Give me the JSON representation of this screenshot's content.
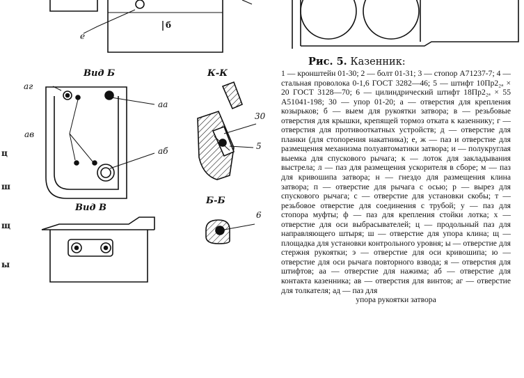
{
  "figure": {
    "number": "Рис. 5.",
    "title": "Казенник:",
    "legend": "1 — кронштейн 01-30; 2 — болт 01-31; 3 — стопор А71237-7; 4 — стальная проволока 0-1,6 ГОСТ 3282—46; 5 — штифт 10Пр2₂ₐ × 20 ГОСТ 3128—70; 6 — цилиндрический штифт 18Пр2₂ₐ × 55 А51041-198; 30 — упор 01-20; а — отверстия для крепления козырьков; б — выем для рукоятки затвора; в — резьбовые отверстия для крышки, кре­пящей тормоз отката к казеннику; г — отверстия для противооткатных устройств; д — отверстие для планки (для стопорения накатника); е, ж — паз и отверстие для размещения механизма полу­автоматики затвора; и — полукруглая выемка для спускового рычага; к — лоток для закладывания выстрела; л — паз для размещения ускорителя в сборе; м — паз для кривошипа затвора; н — гнез­до для размещения клина затвора; п — отверстие для рычага с осью; р — вырез для спускового ры­чага; с — отверстие для установки скобы; т — резьбовое отверстие для соединения с трубой; у — паз для стопора муфты; ф — паз для крепления стойки лотка; х — отверстие для оси выбрасыва­телей; ц — продольный паз для направляющего штыря; ш — отверстие для упора клина; щ — пло­щадка для установки контрольного уровня; ы — отверстие для стержня рукоятки; э — отверстие для оси кривошипа; ю — отверстие для оси рыча­га повторного взвода; я — отверстия для штиф­тов; аа — отверстие для нажима; аб — отверстие для контакта казенника; ав — отверстия для вин­тов; аг — отверстие для толкателя; ад — паз для",
    "legend_tail": "упора рукоятки затвора"
  },
  "views": {
    "vid_b": "Вид Б",
    "vid_v": "Вид В",
    "kk": "К-К",
    "bb": "Б-Б"
  },
  "callouts": {
    "e": "е",
    "b_letter": "б",
    "ag": "аг",
    "aa": "аа",
    "av": "ав",
    "ab": "аб",
    "n30": "30",
    "n5": "5",
    "n6": "6"
  },
  "edge_letters": [
    "ц",
    "ш",
    "щ",
    "ы"
  ]
}
